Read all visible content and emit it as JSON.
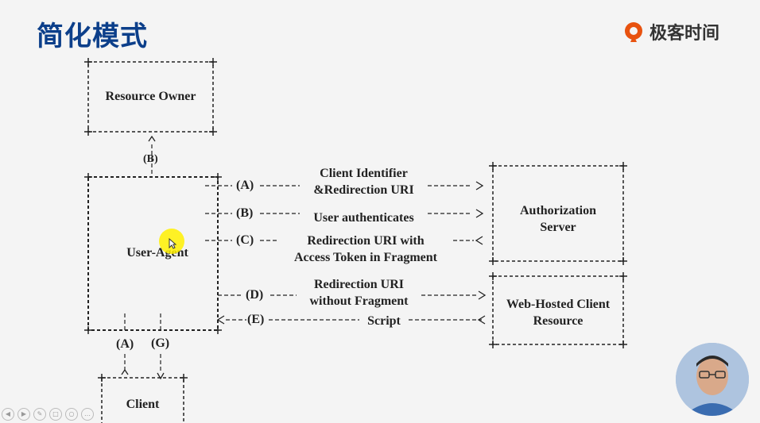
{
  "title": "简化模式",
  "logo": {
    "text": "极客时间",
    "icon": "geektime-logo-icon",
    "color": "#e8520f"
  },
  "nodes": {
    "resource_owner": "Resource Owner",
    "user_agent": "User-Agent",
    "authorization_server": [
      "Authorization",
      "Server"
    ],
    "web_hosted": [
      "Web-Hosted Client",
      "Resource"
    ],
    "client": "Client"
  },
  "flows": {
    "A": {
      "tag": "(A)",
      "lines": [
        "Client Identifier",
        "&Redirection URI"
      ]
    },
    "B": {
      "tag": "(B)",
      "lines": [
        "User authenticates"
      ]
    },
    "C": {
      "tag": "(C)",
      "lines": [
        "Redirection URI with",
        "Access Token in Fragment"
      ]
    },
    "D": {
      "tag": "(D)",
      "lines": [
        "Redirection URI",
        "without Fragment"
      ]
    },
    "E": {
      "tag": "(E)",
      "lines": [
        "Script"
      ]
    },
    "owner_link": "(B)",
    "client_A": "(A)",
    "client_G": "(G)"
  },
  "colors": {
    "title": "#0c3f8a",
    "highlight": "#fff000"
  }
}
